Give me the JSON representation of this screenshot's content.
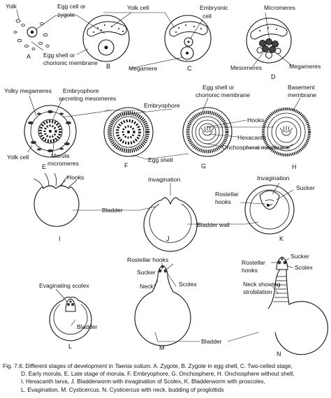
{
  "labels": {
    "yolk": "Yolk",
    "egg_cell_zygote_1": "Egg cell or",
    "egg_cell_zygote_2": "zygote",
    "yolk_cell_top": "Yolk cell",
    "embryonic_cell_1": "Embryonic",
    "embryonic_cell_2": "cell",
    "micromeres": "Micromeres",
    "egg_shell_chorionic_1": "Egg shell or",
    "egg_shell_chorionic_2": "chorionic membrane",
    "megamere": "Megamere",
    "mesomeres": "Mesomeres",
    "megameres": "Megameres",
    "yolky_megameres": "Yolky megameres",
    "embryophore_secreting_1": "Embryophore",
    "embryophore_secreting_2": "secreting mesomeres",
    "embryophore": "Embryophore",
    "egg_shell_or_chorionic_1": "Egg shell or",
    "egg_shell_or_chorionic_2": "chorionic membrane",
    "basement_membrane_1": "Basement",
    "basement_membrane_2": "membrane",
    "hooks_row2": "Hooks",
    "hexacanth": "Hexacanth",
    "onchospheral_membrane": "Onchospheral membrane",
    "morula_1": "Morula",
    "morula_2": "micromeres",
    "yolk_cell_bottom": "Yolk cell",
    "egg_shell": "Egg shell",
    "hooks_row3": "Hooks",
    "invagination_j": "Invagination",
    "invagination_k": "Invagination",
    "rostellar_hooks_k_1": "Rostellar",
    "rostellar_hooks_k_2": "hooks",
    "sucker_k": "Sucker",
    "bladder_i": "Bladder",
    "bladder_wall": "Bladder wall",
    "rostellar_hooks_m": "Rostellar hooks",
    "sucker_m": "Sucker",
    "neck": "Neck",
    "scolex_m": "Scolex",
    "rostellar_hooks_n_1": "Rostellar",
    "rostellar_hooks_n_2": "hooks",
    "sucker_n": "Sucker",
    "scolex_n": "Scolex",
    "neck_showing_1": "Neck showing",
    "neck_showing_2": "strobilation",
    "evaginating_scolex": "Evaginating scolex",
    "bladder_l": "Bladder",
    "bladder_mn": "Bladder"
  },
  "panels": {
    "A": "A",
    "B": "B",
    "C": "C",
    "D": "D",
    "E": "E",
    "F": "F",
    "G": "G",
    "H": "H",
    "I": "I",
    "J": "J",
    "K": "K",
    "L": "L",
    "M": "M",
    "N": "N"
  },
  "caption": {
    "line1_a": "Fig. 7.6: Different stages of development in ",
    "line1_italic": "Taenia solium.",
    "line1_b": " A. Zygote, B. Zygote in egg shell, C. Two-celled stage,",
    "line2": "D. Early morula, E. Late stage of morula, F. Embryophore, G. Onchosphere, H. Onchosphere without shell,",
    "line3": "I. Hexacanth larva, J. Bladderworm with invagination of Scolex, K. Bladderworm with proscolex,",
    "line4": "L. Evagination, M. Cysticercus, N. Cysticercus with neck, budding of proglottids"
  }
}
